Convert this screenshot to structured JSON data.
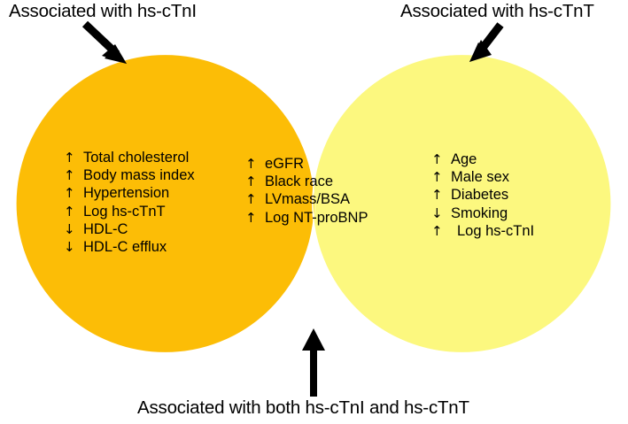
{
  "figure": {
    "type": "venn-diagram",
    "sets": 2,
    "colors": {
      "left_circle": "#FCBD06",
      "right_circle": "#FCF87F",
      "intersection": "#FADF00",
      "circle_outline": "#FFFFFF",
      "text": "#000000",
      "arrow": "#000000",
      "background": "#FFFFFF"
    }
  },
  "labels": {
    "left": "Associated with hs-cTnI",
    "right": "Associated with hs-cTnT",
    "both": "Associated with both hs-cTnI and hs-cTnT"
  },
  "arrows": {
    "left_pointer": "arrow-down-right",
    "right_pointer": "arrow-down-left",
    "bottom_pointer": "arrow-up"
  },
  "glyphs": {
    "up": "↑",
    "down": "↓"
  },
  "regions": {
    "left_only": {
      "name": "Associated with hs-cTnI only",
      "items": [
        {
          "direction": "up",
          "glyph": "↑",
          "label": "Total cholesterol"
        },
        {
          "direction": "up",
          "glyph": "↑",
          "label": "Body mass index"
        },
        {
          "direction": "up",
          "glyph": "↑",
          "label": "Hypertension"
        },
        {
          "direction": "up",
          "glyph": "↑",
          "label": "Log hs-cTnT"
        },
        {
          "direction": "down",
          "glyph": "↓",
          "label": "HDL-C"
        },
        {
          "direction": "down",
          "glyph": "↓",
          "label": "HDL-C efflux"
        }
      ]
    },
    "intersection": {
      "name": "Associated with both hs-cTnI and hs-cTnT",
      "items": [
        {
          "direction": "up",
          "glyph": "↑",
          "label": "eGFR"
        },
        {
          "direction": "up",
          "glyph": "↑",
          "label": "Black race"
        },
        {
          "direction": "up",
          "glyph": "↑",
          "label": "LVmass/BSA"
        },
        {
          "direction": "up",
          "glyph": "↑",
          "label": "Log NT-proBNP"
        }
      ]
    },
    "right_only": {
      "name": "Associated with hs-cTnT only",
      "items": [
        {
          "direction": "up",
          "glyph": "↑",
          "label": "Age"
        },
        {
          "direction": "up",
          "glyph": "↑",
          "label": "Male sex"
        },
        {
          "direction": "up",
          "glyph": "↑",
          "label": "Diabetes"
        },
        {
          "direction": "down",
          "glyph": "↓",
          "label": "Smoking"
        },
        {
          "direction": "up",
          "glyph": "↑",
          "label": "Log hs-cTnI",
          "indented": true
        }
      ]
    }
  }
}
